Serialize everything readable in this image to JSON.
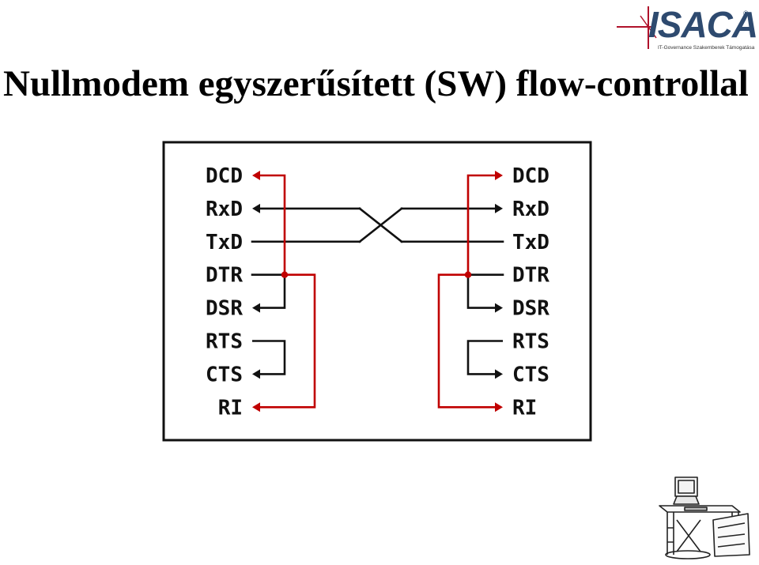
{
  "title": "Nullmodem egyszerűsített (SW) flow-controllal",
  "logo": {
    "name": "ISACA",
    "tagline": "IT-Governance Szakemberek Támogatása"
  },
  "diagram": {
    "left_pins": [
      "DCD",
      "RxD",
      "TxD",
      "DTR",
      "DSR",
      "RTS",
      "CTS",
      "RI"
    ],
    "right_pins": [
      "DCD",
      "RxD",
      "TxD",
      "DTR",
      "DSR",
      "RTS",
      "CTS",
      "RI"
    ],
    "colors": {
      "wire": "#111111",
      "flow_wire": "#c00000",
      "frame": "#111111"
    }
  },
  "decor": {
    "clipart": "computer-desk-clipart-icon"
  }
}
